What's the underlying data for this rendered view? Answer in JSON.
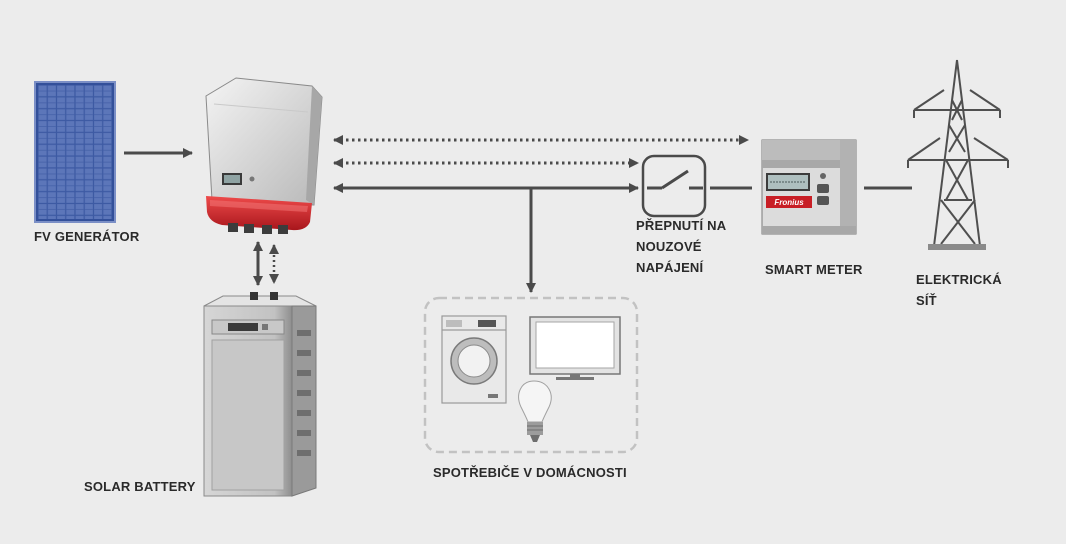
{
  "labels": {
    "fv_generator": "FV GENERÁTOR",
    "solar_battery": "SOLAR BATTERY",
    "switch_line1": "PŘEPNUTÍ NA",
    "switch_line2": "NOUZOVÉ",
    "switch_line3": "NAPÁJENÍ",
    "smart_meter": "SMART METER",
    "grid_line1": "ELEKTRICKÁ",
    "grid_line2": "SÍŤ",
    "appliances": "SPOTŘEBIČE V DOMÁCNOSTI"
  },
  "icons": {
    "solar_panel": "solar-panel-icon",
    "inverter": "inverter-icon",
    "battery": "battery-cabinet-icon",
    "switch": "transfer-switch-icon",
    "meter": "smart-meter-icon",
    "pylon": "power-pylon-icon",
    "washer": "washing-machine-icon",
    "tv": "tv-icon",
    "bulb": "light-bulb-icon"
  },
  "meter_brand": "Fronius",
  "colors": {
    "background": "#ececec",
    "lines": "#4a4a4a",
    "inverter_red": "#d42a2f",
    "panel_blue": "#4a66ad",
    "label_text": "#2a2a2a"
  }
}
